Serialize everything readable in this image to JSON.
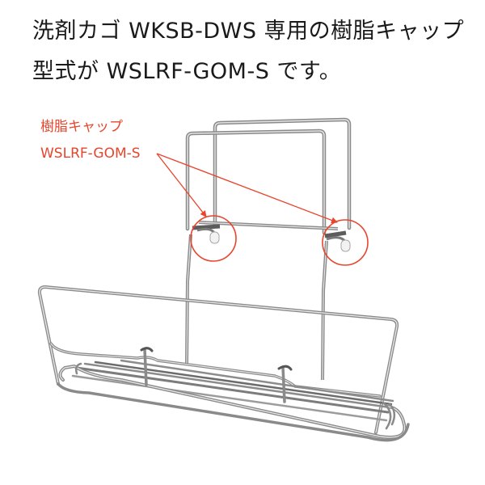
{
  "headline": {
    "line1": "洗剤カゴ WKSB-DWS 専用の樹脂キャップ",
    "line2": "型式が WSLRF-GOM-S です。"
  },
  "callout": {
    "label_jp": "樹脂キャップ",
    "label_code": "WSLRF-GOM-S",
    "color": "#e8452c"
  },
  "product": {
    "description": "stainless wire detergent basket with two resin caps highlighted",
    "wire_color": "#9a9a9a"
  }
}
